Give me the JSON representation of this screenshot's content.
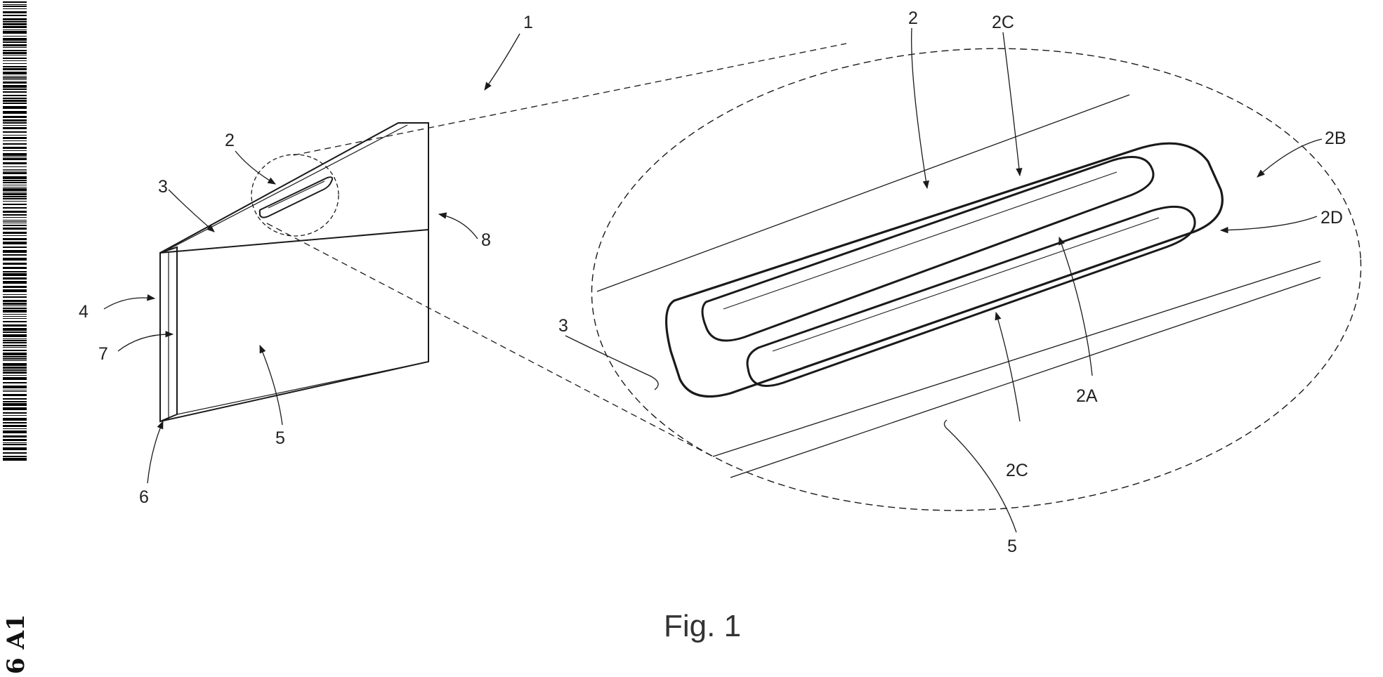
{
  "figure": {
    "caption": "Fig. 1",
    "publication_code": "6 A1",
    "main_labels": {
      "device": "1",
      "feature": "2",
      "top_face": "3",
      "side_edge": "4",
      "front_face": "5",
      "bottom_edge": "6",
      "inner_side": "7",
      "back_edge": "8"
    },
    "detail_labels": {
      "feature": "2",
      "channel_top": "2C",
      "loop_end": "2B",
      "outer_ring": "2D",
      "inner_channel": "2A",
      "channel_bottom": "2C",
      "top_face": "3",
      "front_face": "5"
    }
  }
}
